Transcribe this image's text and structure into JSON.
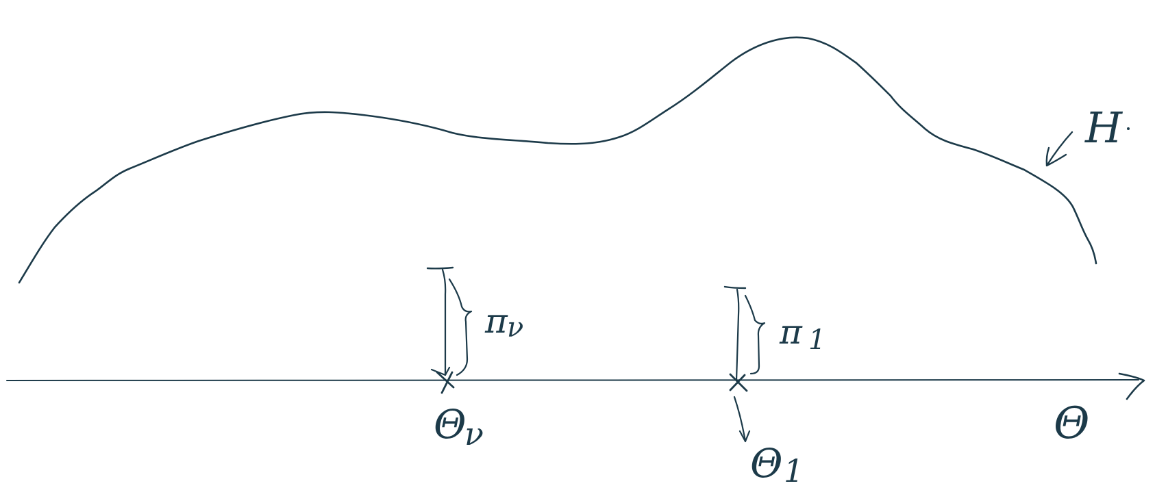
{
  "ink_color": "#1c3a49",
  "background_color": "#ffffff",
  "labels": {
    "curve": "H",
    "axis": "Θ",
    "theta_nu": "Θ",
    "theta_nu_sub": "ν",
    "theta_1": "Θ",
    "theta_1_sub": "1",
    "pi_nu": "π",
    "pi_nu_sub": "ν",
    "pi_1": "π",
    "pi_1_sub": "1"
  }
}
